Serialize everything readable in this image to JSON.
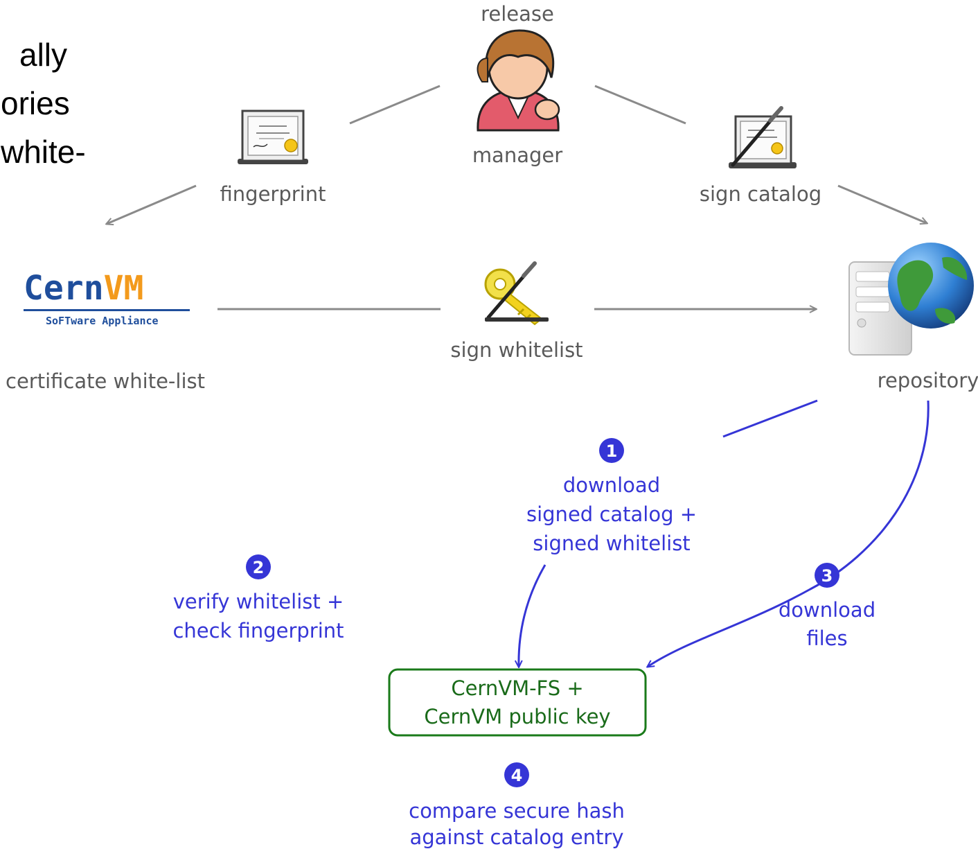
{
  "slide_text_fragments": [
    "ally",
    "ories",
    "white-"
  ],
  "nodes": {
    "release_manager": {
      "label_top": "release",
      "label_bottom": "manager"
    },
    "cernvm_logo": {
      "logo_word_a": "Cern",
      "logo_word_b": "VM",
      "logo_subtitle": "SoFTware Appliance",
      "label": "certificate white-list"
    },
    "repository": {
      "label": "repository"
    },
    "client_box": {
      "line1": "CernVM-FS +",
      "line2": "CernVM public key"
    }
  },
  "edges": {
    "fingerprint": {
      "label": "fingerprint"
    },
    "sign_catalog": {
      "label": "sign catalog"
    },
    "sign_whitelist": {
      "label": "sign whitelist"
    }
  },
  "steps": [
    {
      "number": "1",
      "lines": [
        "download",
        "signed catalog +",
        "signed whitelist"
      ]
    },
    {
      "number": "2",
      "lines": [
        "verify whitelist +",
        "check fingerprint"
      ]
    },
    {
      "number": "3",
      "lines": [
        "download",
        "files"
      ]
    },
    {
      "number": "4",
      "lines": [
        "compare secure hash",
        "against catalog entry"
      ]
    }
  ],
  "colors": {
    "gray_line": "#8a8a8a",
    "blue": "#3535d6",
    "green": "#1a7a1a",
    "logo_blue": "#1f4e9c",
    "logo_orange": "#f39a1c"
  },
  "icons": {
    "release_manager": "person-icon",
    "fingerprint": "certificate-icon",
    "sign_catalog": "signed-certificate-icon",
    "sign_whitelist": "key-pen-icon",
    "repository": "server-globe-icon"
  }
}
